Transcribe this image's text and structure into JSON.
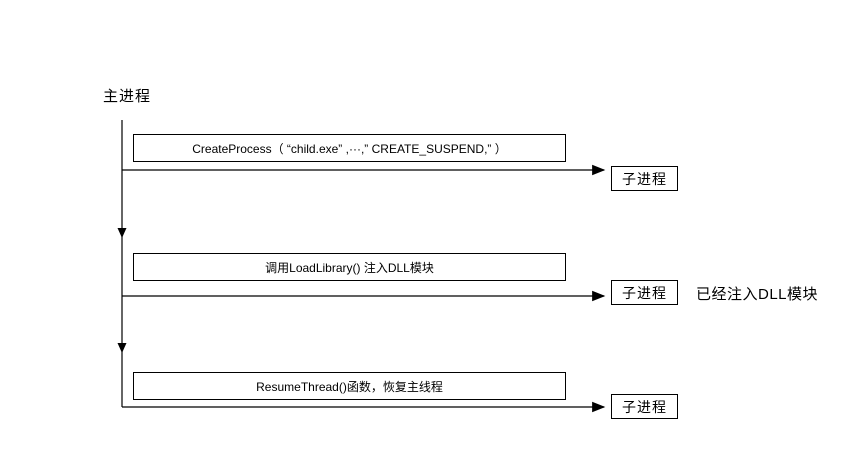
{
  "diagram": {
    "title": "主进程",
    "colors": {
      "line": "#000000",
      "background": "#ffffff",
      "text": "#000000"
    },
    "steps": [
      {
        "action": "CreateProcess（ “child.exe” ,···,” CREATE_SUSPEND,” ）",
        "target": "子进程",
        "note": ""
      },
      {
        "action": "调用LoadLibrary() 注入DLL模块",
        "target": "子进程",
        "note": "已经注入DLL模块"
      },
      {
        "action": "ResumeThread()函数，恢复主线程",
        "target": "子进程",
        "note": ""
      }
    ]
  }
}
